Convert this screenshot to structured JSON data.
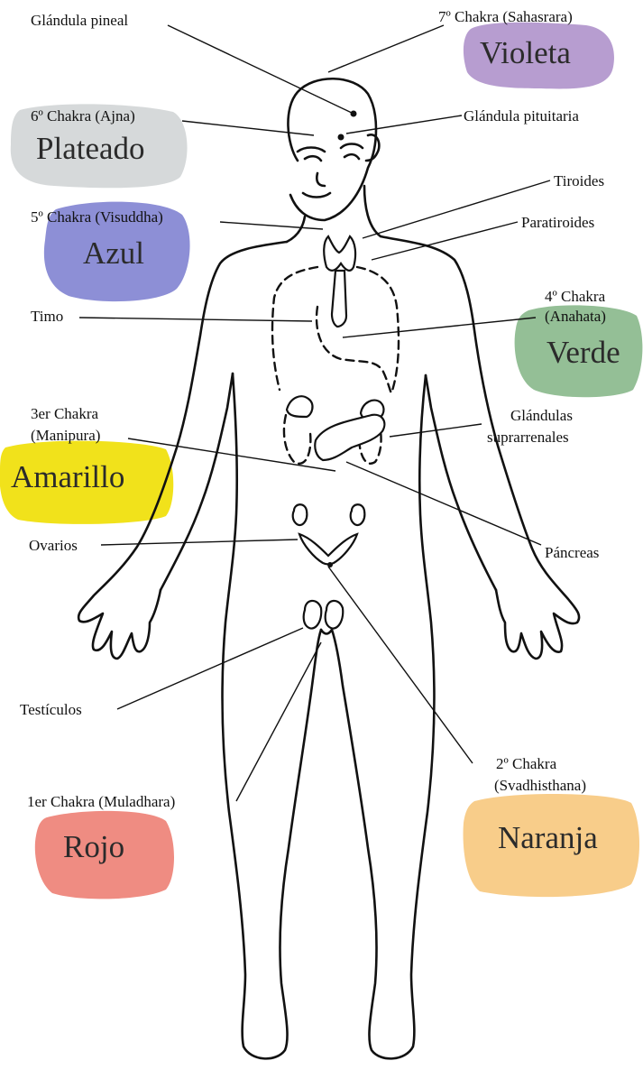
{
  "labels": {
    "glandula_pineal": "Glándula pineal",
    "chakra7": "7º Chakra (Sahasrara)",
    "violeta": "Violeta",
    "chakra6": "6º Chakra (Ajna)",
    "glandula_pituitaria": "Glándula pituitaria",
    "plateado": "Plateado",
    "tiroides": "Tiroides",
    "chakra5": "5º Chakra (Visuddha)",
    "paratiroides": "Paratiroides",
    "azul": "Azul",
    "chakra4_line1": "4º Chakra",
    "chakra4_line2": "(Anahata)",
    "timo": "Timo",
    "verde": "Verde",
    "chakra3_line1": "3er Chakra",
    "chakra3_line2": "(Manipura)",
    "glandulas_line1": "Glándulas",
    "glandulas_line2": "suprarrenales",
    "amarillo": "Amarillo",
    "ovarios": "Ovarios",
    "pancreas": "Páncreas",
    "testiculos": "Testículos",
    "chakra2_line1": "2º Chakra",
    "chakra2_line2": "(Svadhisthana)",
    "chakra1": "1er Chakra (Muladhara)",
    "rojo": "Rojo",
    "naranja": "Naranja"
  },
  "colors": {
    "violeta": "#b79dd0",
    "plateado": "#d6d9da",
    "azul": "#8d8fd6",
    "verde": "#94bf96",
    "amarillo": "#f1e21b",
    "rojo": "#ef8c82",
    "naranja": "#f8cd8a"
  }
}
